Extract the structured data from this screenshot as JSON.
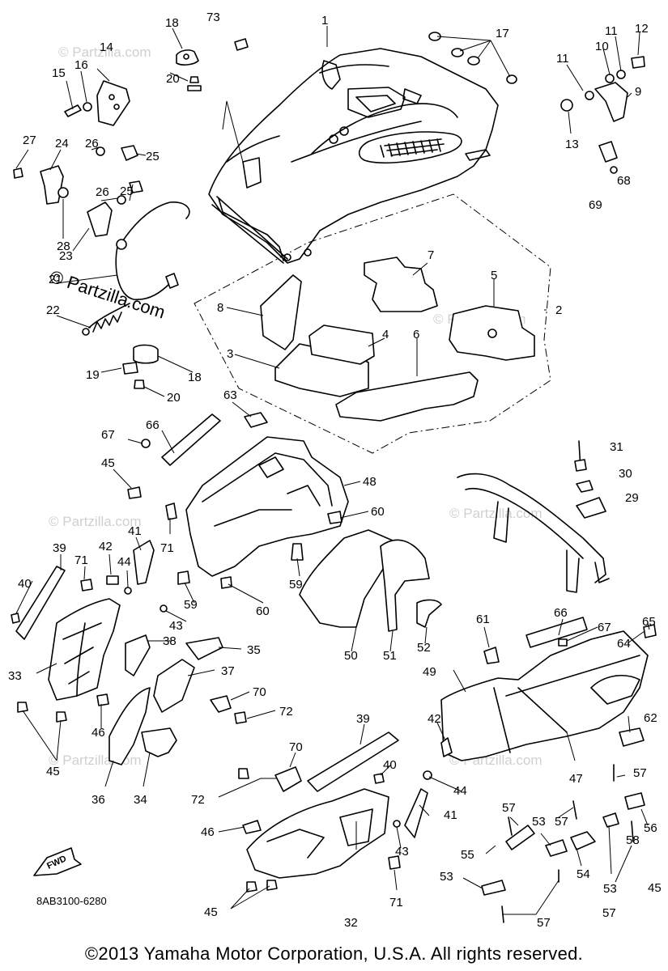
{
  "diagram": {
    "part_code": "8AB3100-6280",
    "copyright": "©2013 Yamaha Motor Corporation, U.S.A. All rights reserved.",
    "watermark": "© Partzilla.com",
    "watermark_small": "© Partzilla.com",
    "fwd_label": "FWD",
    "callouts": [
      "1",
      "2",
      "3",
      "4",
      "5",
      "6",
      "7",
      "8",
      "9",
      "10",
      "11",
      "11",
      "12",
      "13",
      "14",
      "15",
      "16",
      "17",
      "18",
      "18",
      "19",
      "20",
      "20",
      "21",
      "22",
      "23",
      "24",
      "25",
      "25",
      "26",
      "26",
      "27",
      "28",
      "29",
      "30",
      "31",
      "32",
      "33",
      "34",
      "35",
      "36",
      "37",
      "38",
      "39",
      "39",
      "40",
      "40",
      "41",
      "41",
      "42",
      "42",
      "43",
      "43",
      "44",
      "44",
      "45",
      "45",
      "45",
      "45",
      "46",
      "46",
      "47",
      "48",
      "49",
      "50",
      "51",
      "52",
      "53",
      "53",
      "53",
      "54",
      "55",
      "56",
      "57",
      "57",
      "57",
      "57",
      "57",
      "58",
      "59",
      "59",
      "60",
      "60",
      "61",
      "62",
      "63",
      "64",
      "65",
      "66",
      "66",
      "67",
      "67",
      "68",
      "69",
      "70",
      "70",
      "71",
      "71",
      "71",
      "72",
      "72",
      "73"
    ]
  }
}
